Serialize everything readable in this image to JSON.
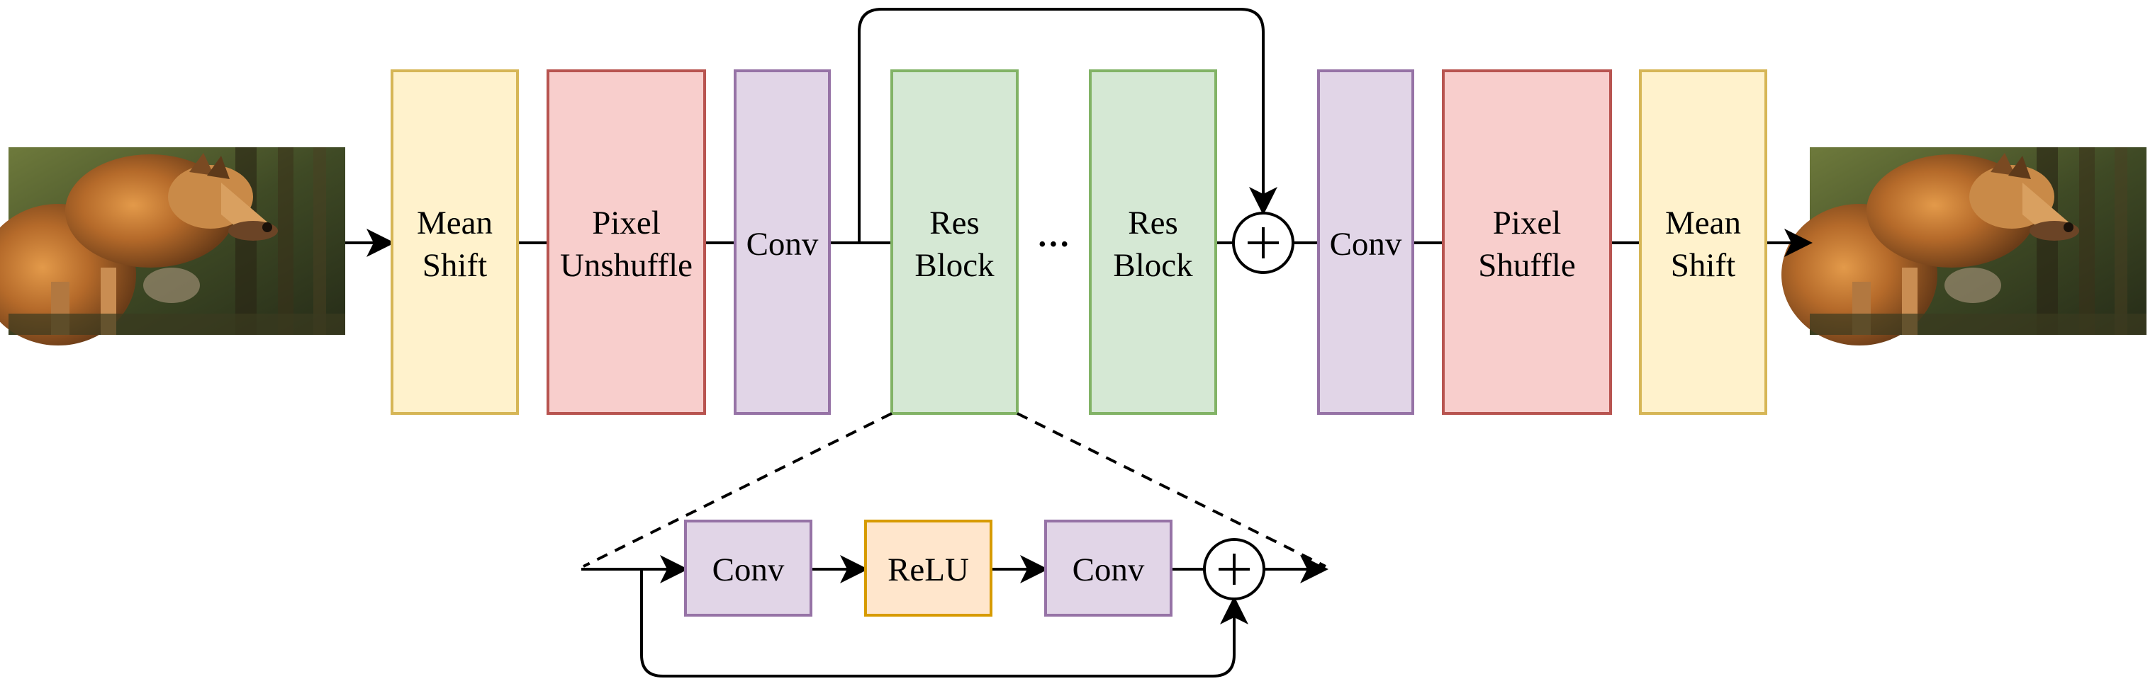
{
  "colors": {
    "yellow_fill": "#fff2cc",
    "yellow_stroke": "#d6b656",
    "red_fill": "#f8cecc",
    "red_stroke": "#b85450",
    "purple_fill": "#e1d5e7",
    "purple_stroke": "#9673a6",
    "green_fill": "#d5e8d4",
    "green_stroke": "#82b366",
    "orange_fill": "#ffe6cc",
    "orange_stroke": "#d79b00"
  },
  "main": {
    "mean_shift_in": {
      "line1": "Mean",
      "line2": "Shift"
    },
    "pixel_unshuffle": {
      "line1": "Pixel",
      "line2": "Unshuffle"
    },
    "conv_head": "Conv",
    "res_block_1": {
      "line1": "Res",
      "line2": "Block"
    },
    "ellipsis": "···",
    "res_block_n": {
      "line1": "Res",
      "line2": "Block"
    },
    "conv_tail": "Conv",
    "pixel_shuffle": {
      "line1": "Pixel",
      "line2": "Shuffle"
    },
    "mean_shift_out": {
      "line1": "Mean",
      "line2": "Shift"
    }
  },
  "res_block_detail": {
    "conv_1": "Conv",
    "relu": "ReLU",
    "conv_2": "Conv"
  },
  "images": {
    "input": "wolf-photo-input",
    "output": "wolf-photo-output"
  }
}
